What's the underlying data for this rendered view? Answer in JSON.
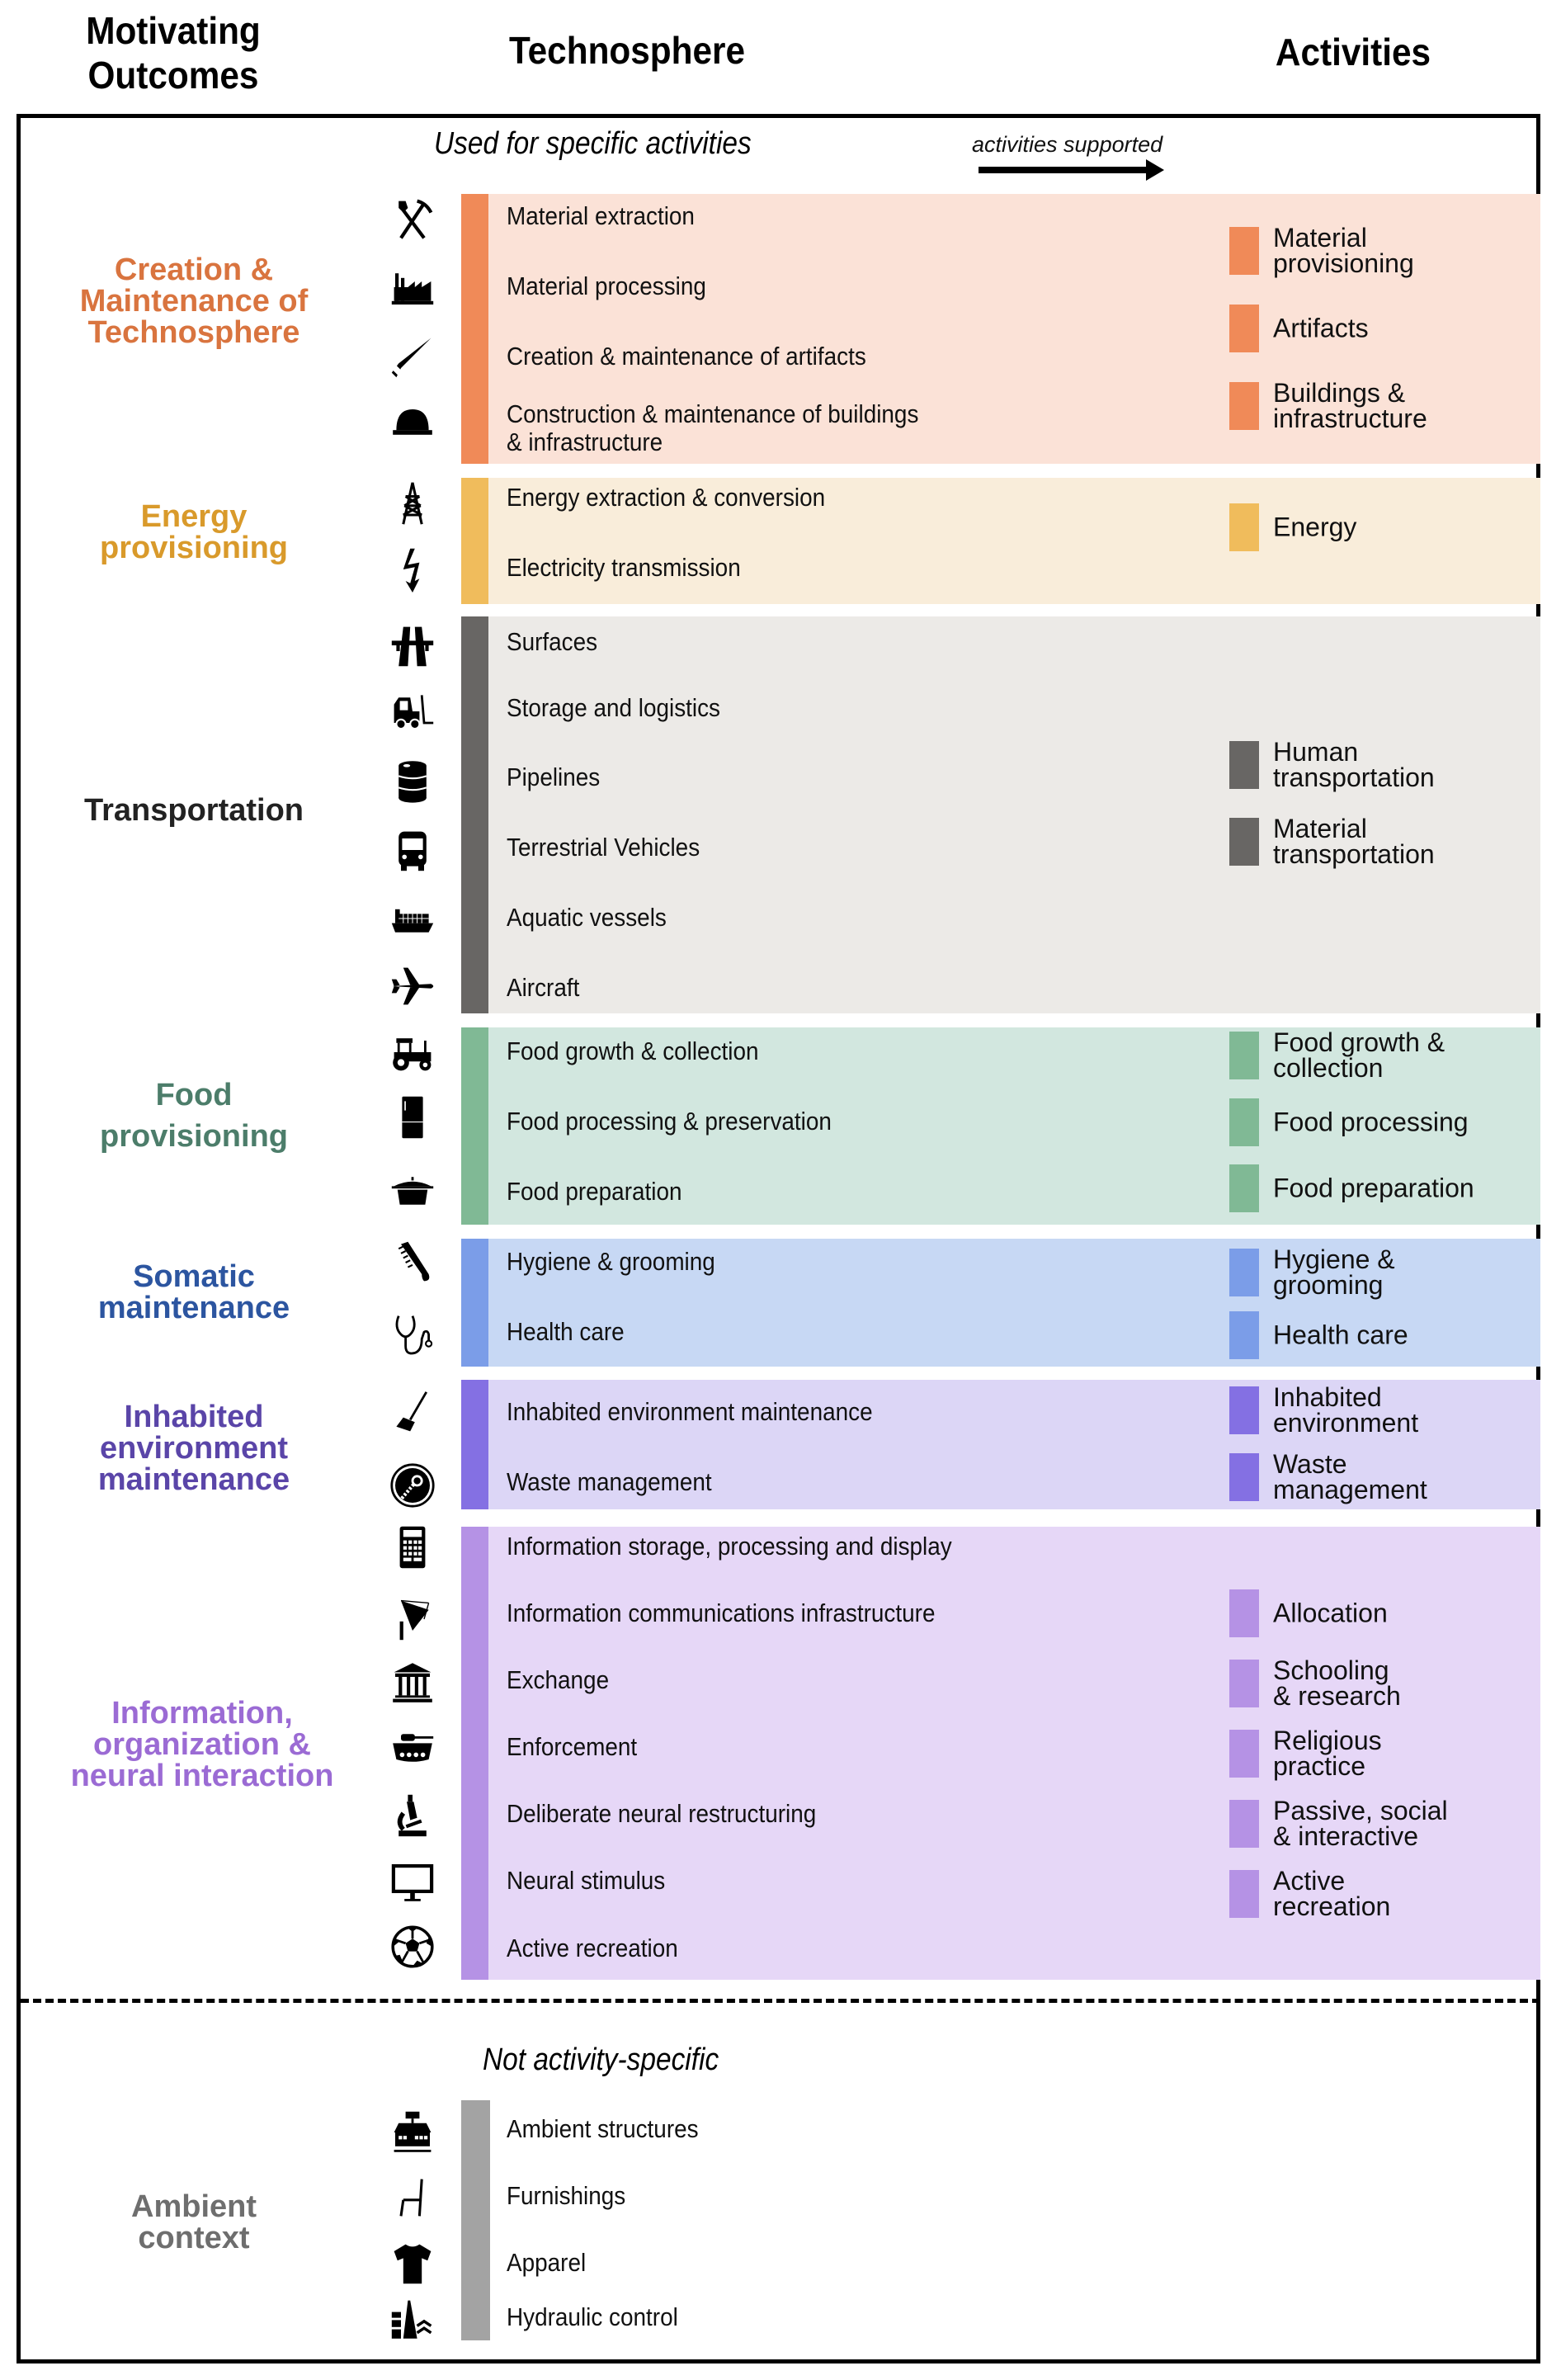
{
  "headers": {
    "outcomes": "Motivating\nOutcomes",
    "technosphere": "Technosphere",
    "activities": "Activities"
  },
  "section_labels": {
    "specific": "Used for specific activities",
    "non_specific": "Not activity-specific",
    "arrow_label": "activities supported"
  },
  "colors": {
    "creation": {
      "label": "#d9743f",
      "bar": "#f08a58",
      "bg": "#fbe2d7"
    },
    "energy": {
      "label": "#d99a2b",
      "bar": "#f0bc5c",
      "bg": "#f9edda"
    },
    "transport": {
      "label": "#222222",
      "bar": "#686664",
      "bg": "#eceae7"
    },
    "food": {
      "label": "#4c7d6a",
      "bar": "#80b995",
      "bg": "#d2e7df"
    },
    "somatic": {
      "label": "#2c55a0",
      "bar": "#7b9de8",
      "bg": "#c7d8f4"
    },
    "inhabited": {
      "label": "#5a45a8",
      "bar": "#8470e3",
      "bg": "#dcd6f6"
    },
    "info": {
      "label": "#9b6bd4",
      "bar": "#b592e5",
      "bg": "#e6d7f7"
    },
    "ambient": {
      "label": "#6e6e6e",
      "bar": "#a3a3a3"
    }
  },
  "categories": [
    {
      "id": "creation",
      "label": "Creation &\nMaintenance of\nTechnosphere",
      "tech": [
        {
          "icon": "mining-tools-icon",
          "label": "Material extraction"
        },
        {
          "icon": "factory-icon",
          "label": "Material processing"
        },
        {
          "icon": "saw-icon",
          "label": "Creation & maintenance of artifacts"
        },
        {
          "icon": "hard-hat-icon",
          "label": "Construction & maintenance of buildings\n& infrastructure"
        }
      ],
      "activities": [
        "Material\nprovisioning",
        "Artifacts",
        "Buildings &\ninfrastructure"
      ]
    },
    {
      "id": "energy",
      "label": "Energy\nprovisioning",
      "tech": [
        {
          "icon": "oil-derrick-icon",
          "label": "Energy extraction & conversion"
        },
        {
          "icon": "lightning-bolt-icon",
          "label": "Electricity transmission"
        }
      ],
      "activities": [
        "Energy"
      ]
    },
    {
      "id": "transport",
      "label": "Transportation",
      "tech": [
        {
          "icon": "highway-icon",
          "label": "Surfaces"
        },
        {
          "icon": "forklift-icon",
          "label": "Storage and logistics"
        },
        {
          "icon": "barrel-icon",
          "label": "Pipelines"
        },
        {
          "icon": "bus-icon",
          "label": "Terrestrial Vehicles"
        },
        {
          "icon": "cargo-ship-icon",
          "label": "Aquatic vessels"
        },
        {
          "icon": "airplane-icon",
          "label": "Aircraft"
        }
      ],
      "activities": [
        "Human\ntransportation",
        "Material\ntransportation"
      ]
    },
    {
      "id": "food",
      "label": "Food\nprovisioning",
      "tech": [
        {
          "icon": "tractor-icon",
          "label": "Food growth & collection"
        },
        {
          "icon": "refrigerator-icon",
          "label": "Food processing & preservation"
        },
        {
          "icon": "cooking-pot-icon",
          "label": "Food preparation"
        }
      ],
      "activities": [
        "Food growth &\ncollection",
        "Food processing",
        "Food preparation"
      ]
    },
    {
      "id": "somatic",
      "label": "Somatic\nmaintenance",
      "tech": [
        {
          "icon": "comb-icon",
          "label": "Hygiene & grooming"
        },
        {
          "icon": "stethoscope-icon",
          "label": "Health care"
        }
      ],
      "activities": [
        "Hygiene &\ngrooming",
        "Health care"
      ]
    },
    {
      "id": "inhabited",
      "label": "Inhabited\nenvironment\nmaintenance",
      "tech": [
        {
          "icon": "broom-icon",
          "label": "Inhabited environment maintenance"
        },
        {
          "icon": "waste-disposal-icon",
          "label": "Waste management"
        }
      ],
      "activities": [
        "Inhabited\nenvironment",
        "Waste\nmanagement"
      ]
    },
    {
      "id": "info",
      "label": "Information,\norganization &\nneural interaction",
      "tech": [
        {
          "icon": "calculator-icon",
          "label": "Information storage, processing and display"
        },
        {
          "icon": "satellite-dish-icon",
          "label": "Information communications infrastructure"
        },
        {
          "icon": "bank-building-icon",
          "label": "Exchange"
        },
        {
          "icon": "tank-icon",
          "label": "Enforcement"
        },
        {
          "icon": "microscope-icon",
          "label": "Deliberate neural restructuring"
        },
        {
          "icon": "monitor-icon",
          "label": "Neural stimulus"
        },
        {
          "icon": "soccer-ball-icon",
          "label": "Active recreation"
        }
      ],
      "activities": [
        "Allocation",
        "Schooling\n& research",
        "Religious\npractice",
        "Passive, social\n& interactive",
        "Active\nrecreation"
      ]
    },
    {
      "id": "ambient",
      "label": "Ambient\ncontext",
      "tech": [
        {
          "icon": "storefront-icon",
          "label": "Ambient structures"
        },
        {
          "icon": "chair-icon",
          "label": "Furnishings"
        },
        {
          "icon": "tshirt-icon",
          "label": "Apparel"
        },
        {
          "icon": "dam-icon",
          "label": "Hydraulic control"
        }
      ],
      "activities": []
    }
  ]
}
